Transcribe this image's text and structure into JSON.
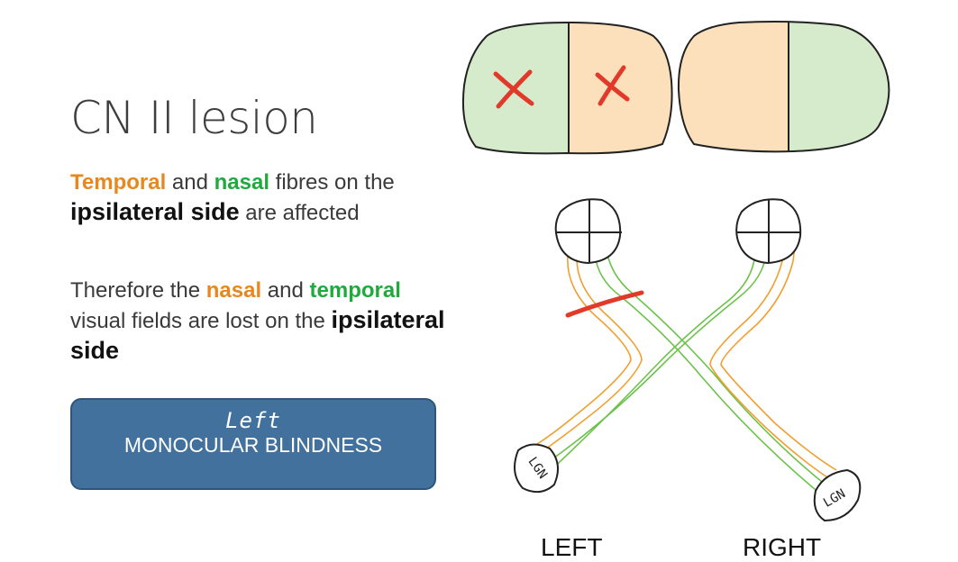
{
  "slide": {
    "title": "CN II lesion",
    "para1": {
      "temporal": "Temporal",
      "and": " and ",
      "nasal": "nasal",
      "fibres_on": " fibres on the ",
      "ipsilateral_side": "ipsilateral side",
      "are_affected": " are affected"
    },
    "para2": {
      "therefore": "Therefore the ",
      "nasal": "nasal",
      "and": " and ",
      "temporal": "temporal",
      "lost_on": " visual fields are lost on the ",
      "ipsilateral_side": "ipsilateral side"
    },
    "result_box": {
      "handwritten": "Left",
      "label": "MONOCULAR BLINDNESS"
    }
  },
  "diagram": {
    "left_label": "LEFT",
    "right_label": "RIGHT",
    "lgn_left": "LGN",
    "lgn_right": "LGN",
    "lesion_marks": "X X"
  },
  "colors": {
    "temporal_text": "#e8871e",
    "nasal_text": "#1faa3c",
    "field_green": "#d5ebcb",
    "field_orange": "#fbe0bb",
    "orange_fibre": "#f0a030",
    "green_fibre": "#6cc24a",
    "lesion_red": "#e23a2a",
    "box_fill": "#41719c"
  }
}
